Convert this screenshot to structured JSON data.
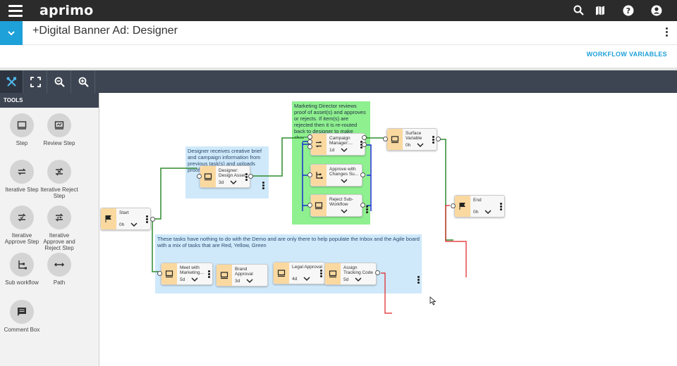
{
  "app": {
    "logo": "aprimo"
  },
  "header": {
    "title": "+Digital Banner Ad: Designer",
    "workflow_variables": "WORKFLOW VARIABLES"
  },
  "tools": {
    "header": "TOOLS",
    "items": [
      {
        "label": "Step",
        "icon": "step-icon"
      },
      {
        "label": "Review Step",
        "icon": "review-step-icon"
      },
      {
        "label": "Iterative Step",
        "icon": "iterative-step-icon"
      },
      {
        "label": "Iterative Reject Step",
        "icon": "iterative-reject-step-icon"
      },
      {
        "label": "Iterative Approve Step",
        "icon": "iterative-approve-step-icon"
      },
      {
        "label": "Iterative Approve and Reject Step",
        "icon": "iterative-approve-reject-step-icon"
      },
      {
        "label": "Sub workflow",
        "icon": "sub-workflow-icon"
      },
      {
        "label": "Path",
        "icon": "path-icon"
      },
      {
        "label": "Comment Box",
        "icon": "comment-box-icon"
      }
    ]
  },
  "comments": {
    "designer": "Designer receives creative brief and campaign information from previous task(s) and uploads proof of request",
    "marketing": "Marketing Director reviews proof of asset(s) and approves or rejects. If item(s) are rejected then it is re-routed back to designer to make changes according to feedback provided. Promotes to DAM upon approval",
    "demo": "These tasks have nothing to do with the Demo and are only there to help populate the Inbox and the Agile board with a mix of tasks that are Red, Yellow, Green"
  },
  "nodes": {
    "start": {
      "name": "Start",
      "duration": "0h"
    },
    "designer": {
      "name": "Designer: Design Asset...",
      "duration": "3d"
    },
    "campaign": {
      "name": "Campaign Manager:...",
      "duration": "1d"
    },
    "approve": {
      "name": "Approve with Changes Su...",
      "duration": ""
    },
    "reject": {
      "name": "Reject Sub-Workflow",
      "duration": ""
    },
    "surface": {
      "name": "Surface Variable",
      "duration": "0h"
    },
    "end": {
      "name": "End",
      "duration": "0h"
    },
    "meet": {
      "name": "Meet with Marketing...",
      "duration": "5d"
    },
    "brand": {
      "name": "Brand Approval",
      "duration": "3d"
    },
    "legal": {
      "name": "Legal Approval",
      "duration": "4d"
    },
    "assign": {
      "name": "Assign Tracking Code",
      "duration": "5d"
    }
  },
  "colors": {
    "accent": "#1ea0d8",
    "toolbar": "#3d4552",
    "node_icon_bg": "#fad9a0",
    "comment_blue": "#cfe9fb",
    "comment_green": "#8ff08f",
    "line_green": "#2e8b2e",
    "line_red": "#e02020",
    "line_blue": "#1a2fd0"
  }
}
